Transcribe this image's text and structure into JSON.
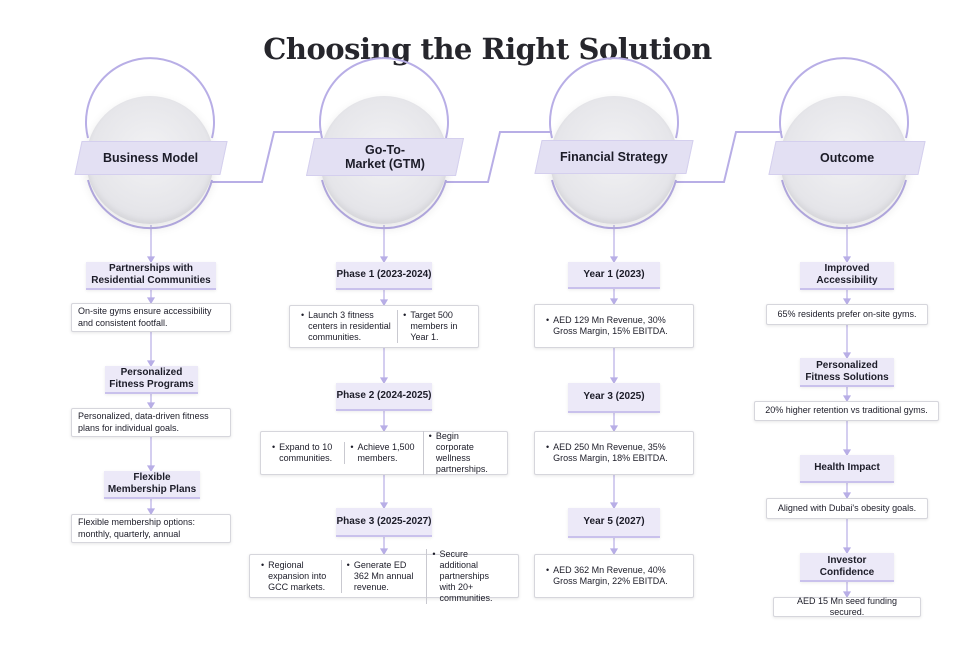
{
  "title": "Choosing the Right Solution",
  "columns": [
    {
      "header": "Business Model",
      "items": [
        {
          "label": "Partnerships with Residential Communities",
          "points": [
            "On-site gyms ensure accessibility and consistent footfall."
          ]
        },
        {
          "label": "Personalized Fitness Programs",
          "points": [
            "Personalized, data-driven fitness plans for individual goals."
          ]
        },
        {
          "label": "Flexible Membership Plans",
          "points": [
            "Flexible membership options: monthly, quarterly, annual"
          ]
        }
      ]
    },
    {
      "header": "Go-To-Market (GTM)",
      "items": [
        {
          "label": "Phase 1 (2023-2024)",
          "points": [
            "Launch 3 fitness centers in residential communities.",
            "Target 500 members in Year 1."
          ]
        },
        {
          "label": "Phase 2 (2024-2025)",
          "points": [
            "Expand to 10 communities.",
            "Achieve 1,500 members.",
            "Begin corporate wellness partnerships."
          ]
        },
        {
          "label": "Phase 3 (2025-2027)",
          "points": [
            "Regional expansion into GCC markets.",
            "Generate ED 362 Mn annual revenue.",
            "Secure additional partnerships with 20+ communities."
          ]
        }
      ]
    },
    {
      "header": "Financial Strategy",
      "items": [
        {
          "label": "Year 1 (2023)",
          "points": [
            "AED 129 Mn Revenue, 30% Gross Margin, 15% EBITDA."
          ]
        },
        {
          "label": "Year 3 (2025)",
          "points": [
            "AED 250 Mn Revenue, 35% Gross Margin, 18% EBITDA."
          ]
        },
        {
          "label": "Year 5 (2027)",
          "points": [
            "AED 362 Mn Revenue, 40% Gross Margin, 22% EBITDA."
          ]
        }
      ]
    },
    {
      "header": "Outcome",
      "items": [
        {
          "label": "Improved Accessibility",
          "points": [
            "65% residents prefer on-site gyms."
          ]
        },
        {
          "label": "Personalized Fitness Solutions",
          "points": [
            "20% higher retention vs traditional gyms."
          ]
        },
        {
          "label": "Health Impact",
          "points": [
            "Aligned with Dubai's obesity goals."
          ]
        },
        {
          "label": "Investor Confidence",
          "points": [
            "AED 15 Mn seed funding secured."
          ]
        }
      ]
    }
  ],
  "colors": {
    "accent": "#c9c1ec",
    "label_bg": "#ece9f8",
    "ribbon_bg": "#e3e0f3",
    "connector": "#b8aee6"
  }
}
